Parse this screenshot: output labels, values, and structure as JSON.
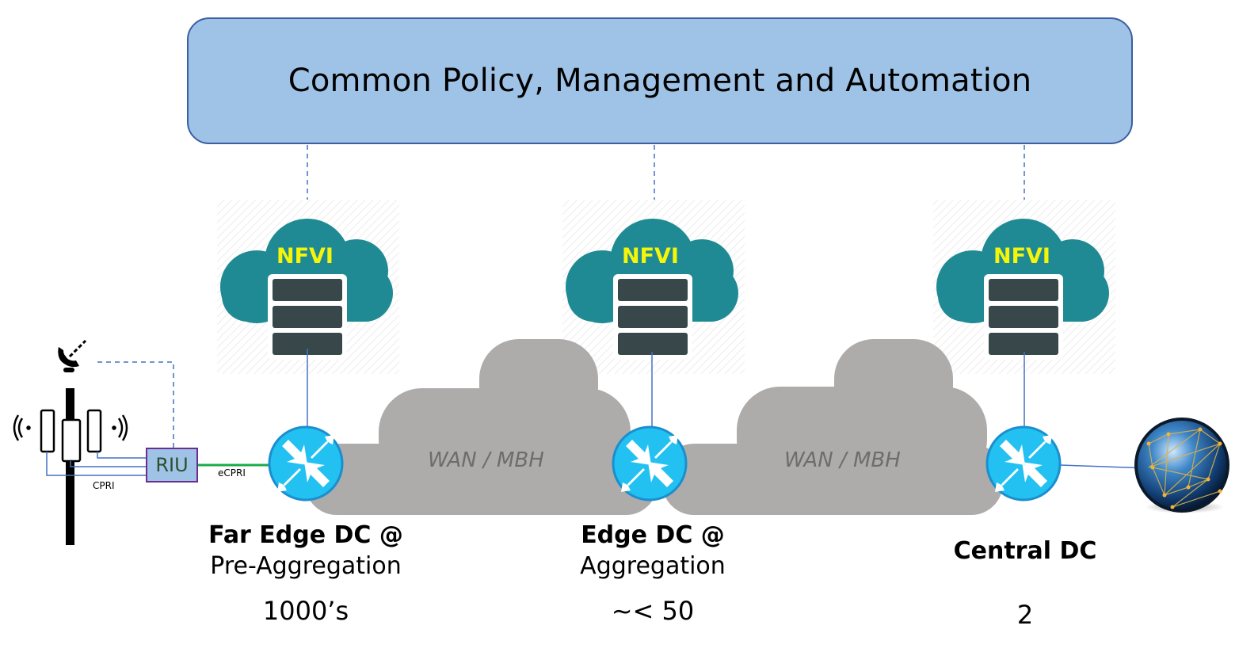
{
  "policy": {
    "title": "Common Policy, Management and Automation"
  },
  "nfvi": {
    "label": "NFVI"
  },
  "wan": {
    "label": "WAN / MBH"
  },
  "cell_site": {
    "riu_label": "RIU",
    "cpri_label": "CPRI",
    "ecpri_label": "eCPRI"
  },
  "sites": [
    {
      "title": "Far Edge DC @",
      "subtitle": "Pre-Aggregation",
      "count": "1000’s"
    },
    {
      "title": "Edge DC @",
      "subtitle": "Aggregation",
      "count": "~< 50"
    },
    {
      "title": "Central DC",
      "subtitle": "",
      "count": "2"
    }
  ],
  "colors": {
    "policy_fill": "#9fc3e6",
    "policy_border": "#3b5ea1",
    "nfvi_cloud": "#1f8a94",
    "nfvi_label": "#f5f50a",
    "server": "#37474a",
    "wan_cloud": "#aeabab",
    "router": "#22c1f1",
    "link": "#4472c4",
    "ecpri_link": "#1aab4b"
  }
}
